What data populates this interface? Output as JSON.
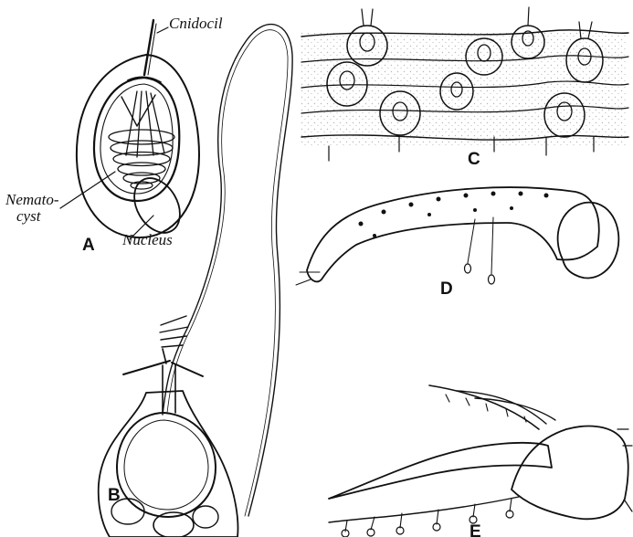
{
  "labels": {
    "cnidocil": "Cnidocil",
    "nematocyst_line1": "Nemato-",
    "nematocyst_line2": "cyst",
    "nucleus": "Nucleus"
  },
  "panels": {
    "a": "A",
    "b": "B",
    "c": "C",
    "d": "D",
    "e": "E"
  }
}
